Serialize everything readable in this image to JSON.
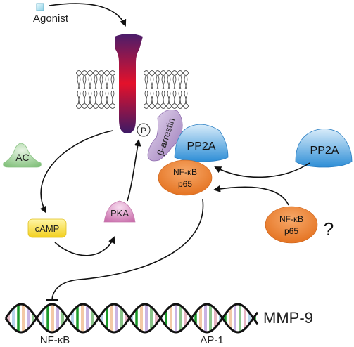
{
  "labels": {
    "agonist": "Agonist",
    "ac": "AC",
    "camp": "cAMP",
    "pka": "PKA",
    "phospho": "P",
    "beta_arrestin": "β-arrestin",
    "pp2a_bound": "PP2A",
    "pp2a_free": "PP2A",
    "nfkb_bound_line1": "NF-κB",
    "nfkb_bound_line2": "p65",
    "nfkb_free_line1": "NF-κB",
    "nfkb_free_line2": "p65",
    "question": "?",
    "gene": "MMP-9",
    "promoter_nfkb": "NF-κB",
    "promoter_ap1": "AP-1"
  },
  "colors": {
    "receptor_top": "#5a1e6e",
    "receptor_mid": "#e0102a",
    "ac_fill": "#a5d2a0",
    "camp_fill": "#f6e34a",
    "pka_fill": "#dc9ac8",
    "arrestin_fill": "#b89ccc",
    "pp2a_fill": "#3d9fdc",
    "nfkb_fill": "#ee8431",
    "dna_strand": "#111111"
  }
}
